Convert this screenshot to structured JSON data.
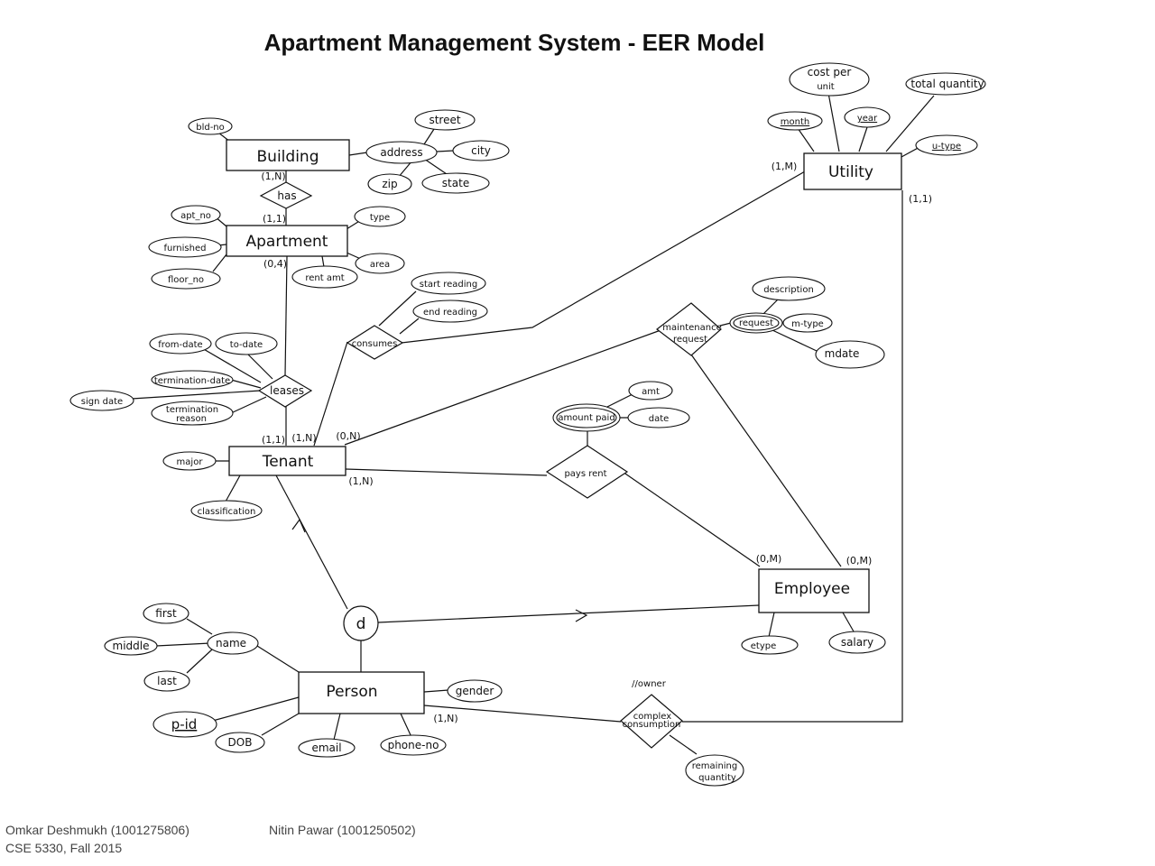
{
  "title": "Apartment Management System - EER Model",
  "entities": {
    "building": "Building",
    "apartment": "Apartment",
    "utility": "Utility",
    "tenant": "Tenant",
    "employee": "Employee",
    "person": "Person"
  },
  "relationships": {
    "has": "has",
    "leases": "leases",
    "consumes": "consumes",
    "maintenance_request_1": "maintenance",
    "maintenance_request_2": "request",
    "pays_rent": "pays rent",
    "complex_consumption_1": "complex",
    "complex_consumption_2": "consumption",
    "owner_note": "//owner"
  },
  "attributes": {
    "bld_no": "bld-no",
    "street": "street",
    "address": "address",
    "city": "city",
    "zip": "zip",
    "state": "state",
    "apt_no": "apt_no",
    "type": "type",
    "furnished": "furnished",
    "floor_no": "floor_no",
    "rent_amt": "rent amt",
    "area": "area",
    "cost_per_unit_1": "cost per",
    "cost_per_unit_2": "unit",
    "total_quantity": "total quantity",
    "month": "month",
    "year": "year",
    "u_type": "u-type",
    "start_reading": "start reading",
    "end_reading": "end reading",
    "description": "description",
    "request": "request",
    "m_type": "m-type",
    "mdate": "mdate",
    "from_date": "from-date",
    "to_date": "to-date",
    "termination_date": "termination-date",
    "sign_date": "sign date",
    "termination_reason_1": "termination",
    "termination_reason_2": "reason",
    "amt": "amt",
    "amount_paid": "amount paid",
    "date": "date",
    "major": "major",
    "classification": "classification",
    "etype": "etype",
    "salary": "salary",
    "first": "first",
    "name": "name",
    "middle": "middle",
    "last": "last",
    "gender": "gender",
    "p_id": "p-id",
    "dob": "DOB",
    "email": "email",
    "phone_no": "phone-no",
    "remaining_quantity_1": "remaining",
    "remaining_quantity_2": "quantity"
  },
  "specialization": {
    "disjoint": "d"
  },
  "cardinalities": {
    "building_has": "(1,N)",
    "apartment_has": "(1,1)",
    "apartment_leases": "(0,4)",
    "utility_consumes": "(1,M)",
    "utility_complex": "(1,1)",
    "tenant_leases": "(1,1)",
    "tenant_consumes": "(1,N)",
    "tenant_maintenance": "(0,N)",
    "tenant_pays_rent": "(1,N)",
    "employee_pays_rent": "(0,M)",
    "employee_maintenance": "(0,M)",
    "person_complex": "(1,N)"
  },
  "footer": {
    "author1": "Omkar Deshmukh (1001275806)",
    "author2": "Nitin Pawar (1001250502)",
    "course": "CSE 5330, Fall 2015"
  }
}
